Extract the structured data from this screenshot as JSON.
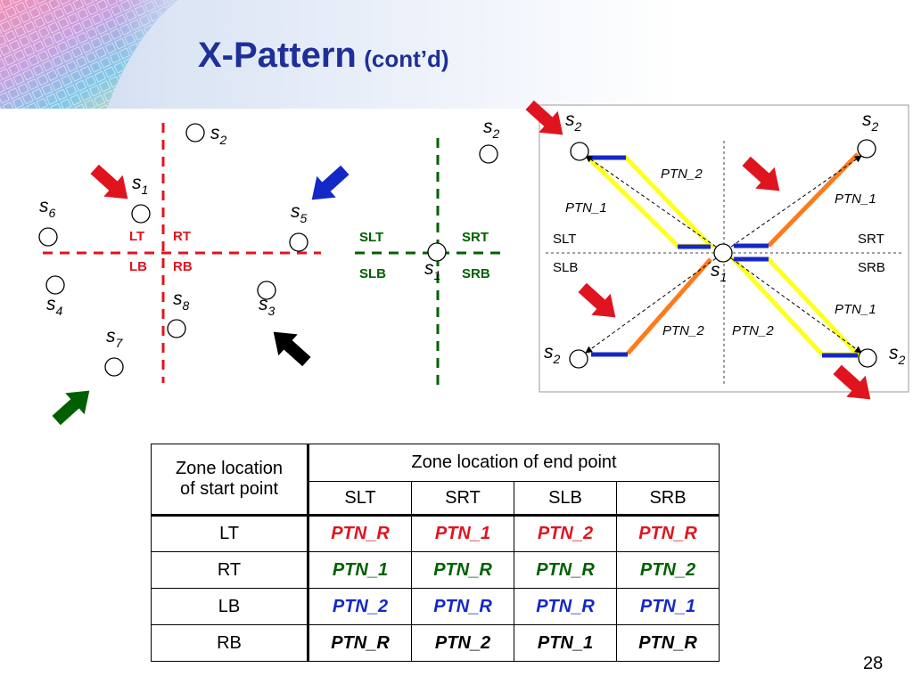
{
  "title": {
    "main": "X-Pattern",
    "sub": "(cont’d)"
  },
  "colors": {
    "red": "#e0141e",
    "green": "#006000",
    "blue": "#1428c8",
    "yellow": "#ffff20",
    "orange": "#ff7a1a",
    "title": "#1f2f99"
  },
  "left_diagram": {
    "nodes": {
      "s1": "s",
      "s2": "s",
      "s3": "s",
      "s4": "s",
      "s5": "s",
      "s6": "s",
      "s7": "s",
      "s8": "s"
    },
    "node_subscripts": {
      "s1": "1",
      "s2": "2",
      "s3": "3",
      "s4": "4",
      "s5": "5",
      "s6": "6",
      "s7": "7",
      "s8": "8"
    },
    "zones": {
      "lt": "LT",
      "rt": "RT",
      "lb": "LB",
      "rb": "RB"
    }
  },
  "middle_diagram": {
    "zones": {
      "slt": "SLT",
      "srt": "SRT",
      "slb": "SLB",
      "srb": "SRB"
    },
    "node_s1": "s",
    "node_s1_sub": "1",
    "node_s2": "s",
    "node_s2_sub": "2"
  },
  "right_diagram": {
    "node": "s",
    "sub_1": "1",
    "sub_2": "2",
    "zones": {
      "slt": "SLT",
      "srt": "SRT",
      "slb": "SLB",
      "srb": "SRB"
    },
    "ptn_labels": {
      "ptn1": "PTN_1",
      "ptn2": "PTN_2"
    }
  },
  "table": {
    "header_start": [
      "Zone location",
      "of start point"
    ],
    "header_end": "Zone location of end point",
    "columns": [
      "SLT",
      "SRT",
      "SLB",
      "SRB"
    ],
    "rows": [
      {
        "label": "LT",
        "color": "#e0141e",
        "cells": [
          "PTN_R",
          "PTN_1",
          "PTN_2",
          "PTN_R"
        ]
      },
      {
        "label": "RT",
        "color": "#006000",
        "cells": [
          "PTN_1",
          "PTN_R",
          "PTN_R",
          "PTN_2"
        ]
      },
      {
        "label": "LB",
        "color": "#1428c8",
        "cells": [
          "PTN_2",
          "PTN_R",
          "PTN_R",
          "PTN_1"
        ]
      },
      {
        "label": "RB",
        "color": "#000000",
        "cells": [
          "PTN_R",
          "PTN_2",
          "PTN_1",
          "PTN_R"
        ]
      }
    ]
  },
  "page_number": "28"
}
